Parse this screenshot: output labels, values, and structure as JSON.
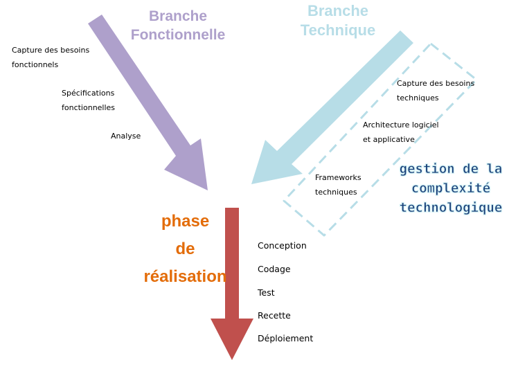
{
  "colors": {
    "functional": "#aea0cb",
    "technical": "#b7dde7",
    "realisation_arrow": "#c0504d",
    "realisation_text": "#e36c09",
    "dash_outline": "#b7dde7"
  },
  "branches": {
    "functional": {
      "title": "Branche\nFonctionnelle",
      "steps": [
        "Capture des besoins\nfonctionnels",
        "Spécifications\nfonctionnelles",
        "Analyse"
      ]
    },
    "technical": {
      "title": "Branche\nTechnique",
      "steps": [
        "Capture des besoins\ntechniques",
        "Architecture logiciel\net applicative",
        "Frameworks\ntechniques"
      ]
    }
  },
  "complexity_label": "gestion de la\ncomplexité\ntechnologique",
  "realisation": {
    "title": "phase\nde\nréalisation",
    "steps": [
      "Conception",
      "Codage",
      "Test",
      "Recette",
      "Déploiement"
    ]
  }
}
